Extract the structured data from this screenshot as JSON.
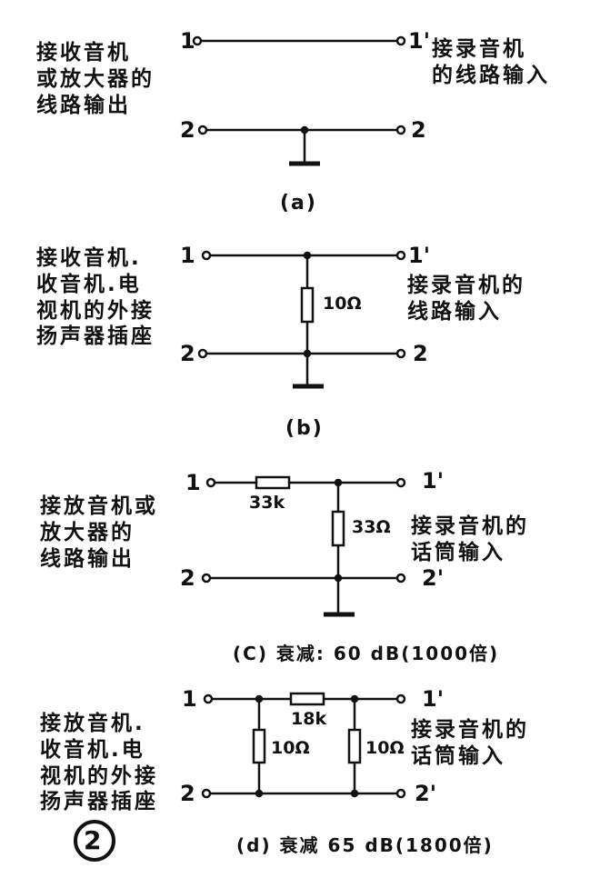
{
  "figure_number": "2",
  "a": {
    "left_label": [
      "接收音机",
      "或放大器的",
      "线路输出"
    ],
    "right_label": [
      "接录音机",
      "的线路输入"
    ],
    "t1": "1",
    "t1p": "1'",
    "t2": "2",
    "t2p": "2",
    "caption": "(a)"
  },
  "b": {
    "left_label": [
      "接收音机.",
      "收音机.电",
      "视机的外接",
      "扬声器插座"
    ],
    "right_label": [
      "接录音机的",
      "线路输入"
    ],
    "r1": "10Ω",
    "t1": "1",
    "t1p": "1'",
    "t2": "2",
    "t2p": "2",
    "caption": "(b)"
  },
  "c": {
    "left_label": [
      "接放音机或",
      "放大器的",
      "线路输出"
    ],
    "right_label": [
      "接录音机的",
      "话筒输入"
    ],
    "r_series": "33k",
    "r_shunt": "33Ω",
    "t1": "1",
    "t1p": "1'",
    "t2": "2",
    "t2p": "2'",
    "caption": "(C) 衰减: 60 dB(1000倍)"
  },
  "d": {
    "left_label": [
      "接放音机.",
      "收音机.电",
      "视机的外接",
      "扬声器插座"
    ],
    "right_label": [
      "接录音机的",
      "话筒输入"
    ],
    "r_series": "18k",
    "r_shunt_left": "10Ω",
    "r_shunt_right": "10Ω",
    "t1": "1",
    "t1p": "1'",
    "t2": "2",
    "t2p": "2'",
    "caption": "(d) 衰减 65 dB(1800倍)"
  }
}
